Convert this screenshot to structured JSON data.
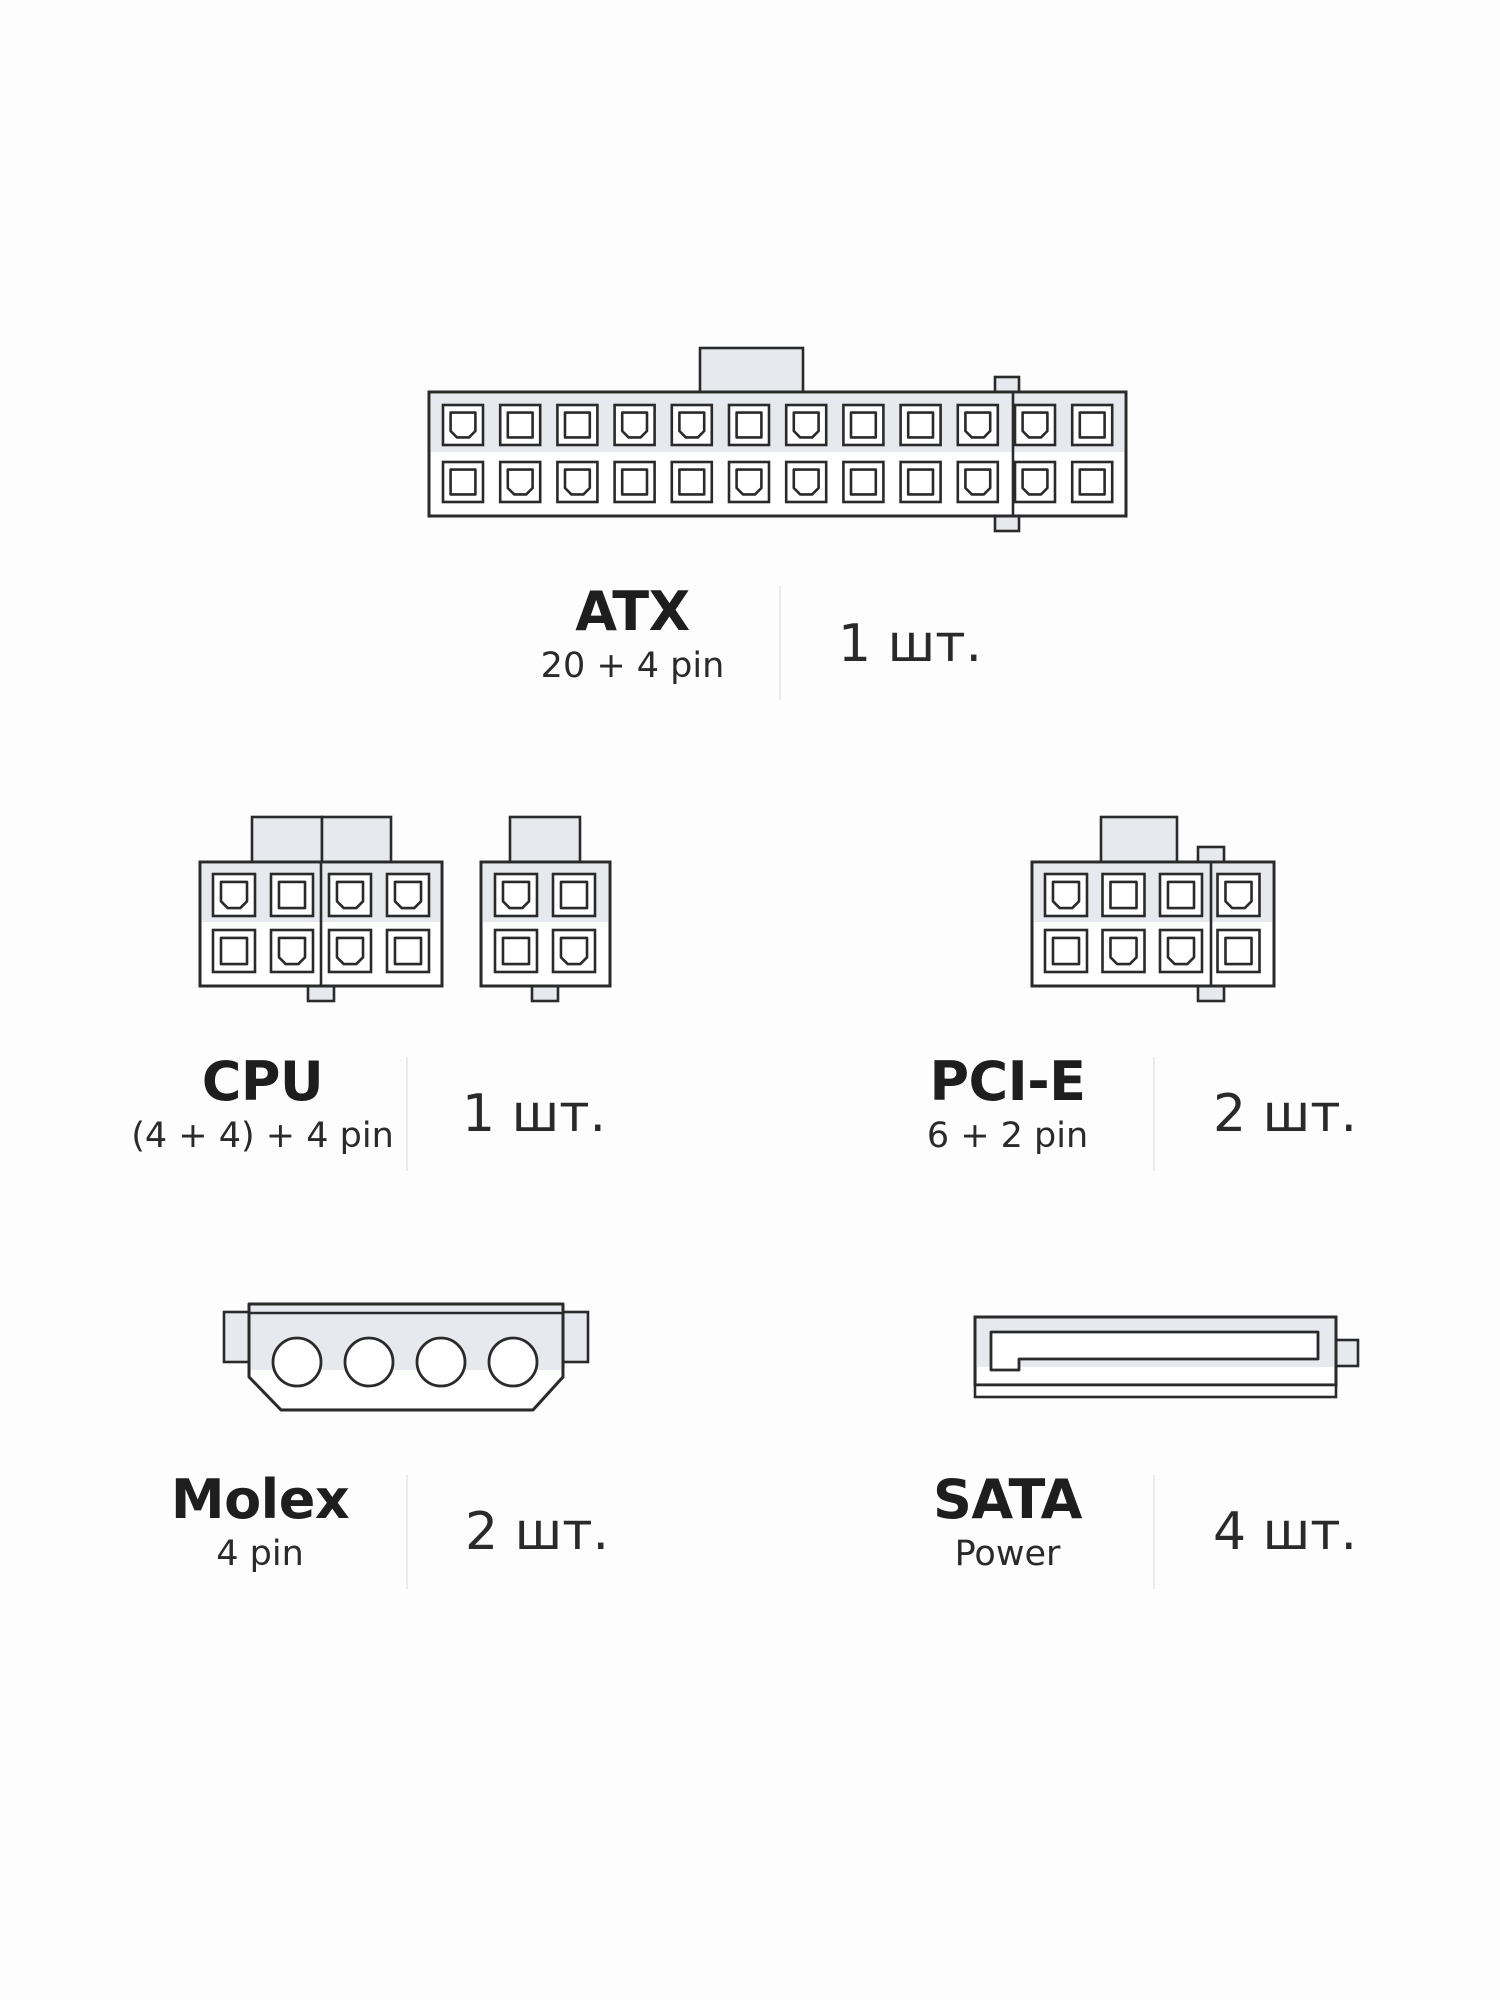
{
  "colors": {
    "background": "#fdfdfd",
    "outline": "#2a2a2a",
    "fill_light": "#e6e9ee",
    "fill_white": "#ffffff",
    "divider": "#e7ecef",
    "text": "#1e1e1e"
  },
  "connectors": {
    "atx": {
      "title": "ATX",
      "subtitle": "20 + 4 pin",
      "count": "1 шт."
    },
    "cpu": {
      "title": "CPU",
      "subtitle": "(4 + 4) + 4 pin",
      "count": "1 шт."
    },
    "pcie": {
      "title": "PCI-E",
      "subtitle": "6 + 2 pin",
      "count": "2 шт."
    },
    "molex": {
      "title": "Molex",
      "subtitle": "4 pin",
      "count": "2 шт."
    },
    "sata": {
      "title": "SATA",
      "subtitle": "Power",
      "count": "4 шт."
    }
  },
  "icons": [
    "atx-24pin-connector-icon",
    "cpu-4plus4-connector-icon",
    "cpu-4pin-connector-icon",
    "pcie-6plus2-connector-icon",
    "molex-connector-icon",
    "sata-power-connector-icon"
  ]
}
